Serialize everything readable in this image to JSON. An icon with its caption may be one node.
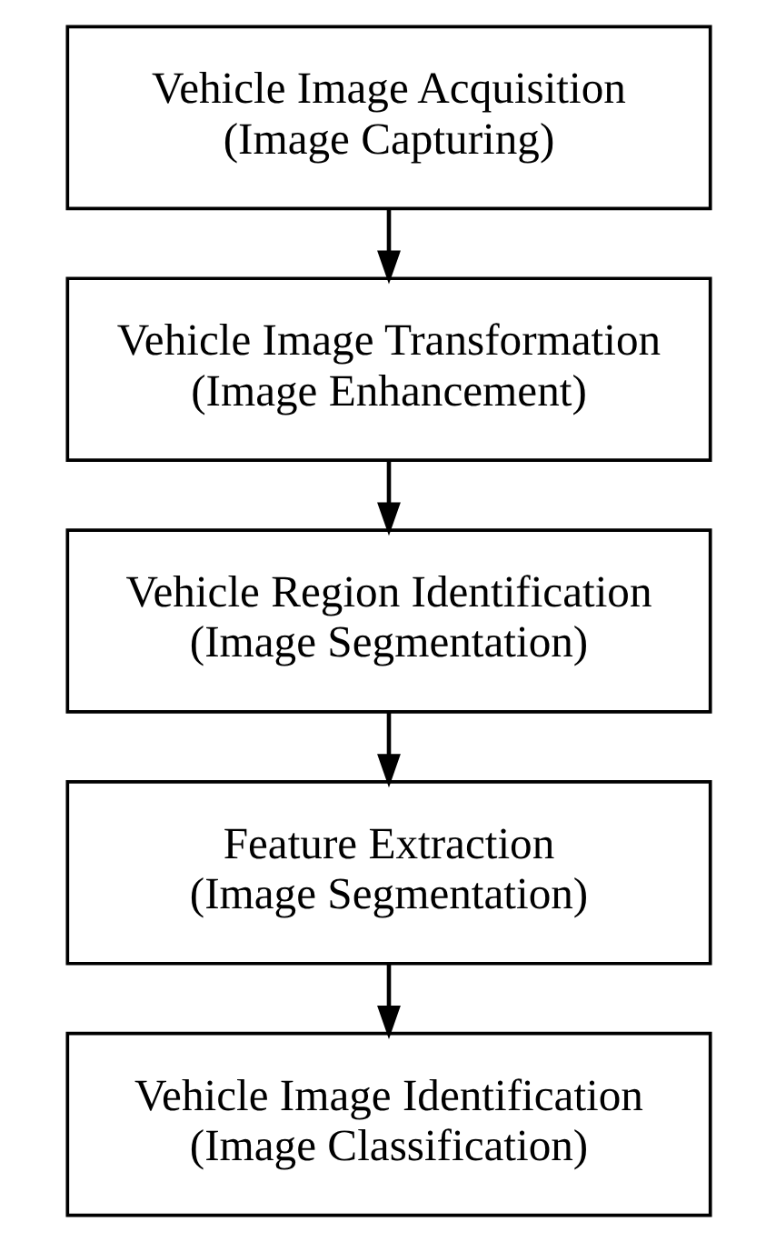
{
  "diagram": {
    "nodes": [
      {
        "text": [
          "Vehicle Image Acquisition",
          "(Image Capturing)"
        ]
      },
      {
        "text": [
          "Vehicle Image Transformation",
          "(Image Enhancement)"
        ]
      },
      {
        "text": [
          "Vehicle Region Identification",
          "(Image Segmentation)"
        ]
      },
      {
        "text": [
          "Feature Extraction",
          "(Image Segmentation)"
        ]
      },
      {
        "text": [
          "Vehicle Image Identification",
          "(Image Classification)"
        ]
      }
    ],
    "edges": [
      {
        "from": 0,
        "to": 1,
        "arrow": "to"
      },
      {
        "from": 1,
        "to": 2,
        "arrow": "to"
      },
      {
        "from": 2,
        "to": 3,
        "arrow": "to"
      },
      {
        "from": 3,
        "to": 4,
        "arrow": "to"
      }
    ]
  }
}
